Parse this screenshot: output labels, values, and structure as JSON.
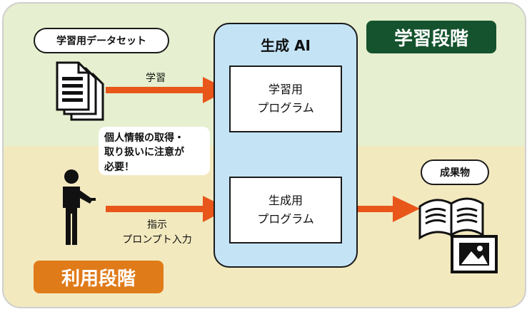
{
  "learning": {
    "dataset_label": "学習用データセット",
    "arrow_label": "学習",
    "stage_label": "学習段階"
  },
  "ai": {
    "title": "生成 AI",
    "training_program": [
      "学習用",
      "プログラム"
    ],
    "generation_program": [
      "生成用",
      "プログラム"
    ]
  },
  "usage": {
    "note": [
      "個人情報の取得・",
      "取り扱いに注意が",
      "必要！"
    ],
    "arrow_label": [
      "指示",
      "プロンプト入力"
    ],
    "stage_label": "利用段階"
  },
  "output": {
    "label": "成果物"
  },
  "colors": {
    "arrow": "#e8561a",
    "learning_stage": "#14532d",
    "usage_stage": "#e07b1a",
    "ai_panel": "#c4e4f6"
  }
}
